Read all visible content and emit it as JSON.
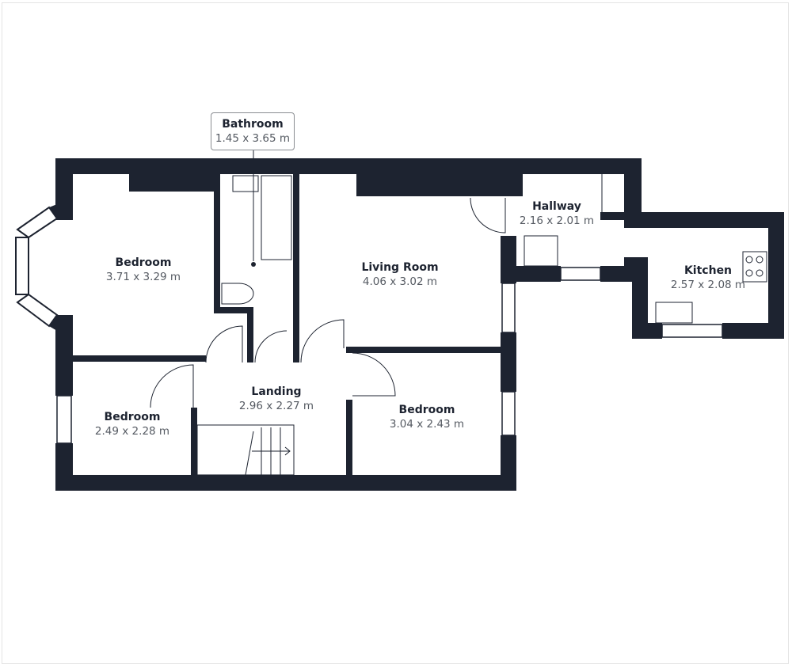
{
  "plan": {
    "wall_color": "#1d2330",
    "background": "#ffffff",
    "rooms": [
      {
        "id": "bedroom-1",
        "name": "Bedroom",
        "dims": "3.71 x 3.29 m"
      },
      {
        "id": "bathroom",
        "name": "Bathroom",
        "dims": "1.45 x 3.65 m"
      },
      {
        "id": "living-room",
        "name": "Living Room",
        "dims": "4.06 x 3.02 m"
      },
      {
        "id": "hallway",
        "name": "Hallway",
        "dims": "2.16 x 2.01 m"
      },
      {
        "id": "kitchen",
        "name": "Kitchen",
        "dims": "2.57 x 2.08 m"
      },
      {
        "id": "bedroom-2",
        "name": "Bedroom",
        "dims": "2.49 x 2.28 m"
      },
      {
        "id": "landing",
        "name": "Landing",
        "dims": "2.96 x 2.27 m"
      },
      {
        "id": "bedroom-3",
        "name": "Bedroom",
        "dims": "3.04 x 2.43 m"
      }
    ]
  }
}
